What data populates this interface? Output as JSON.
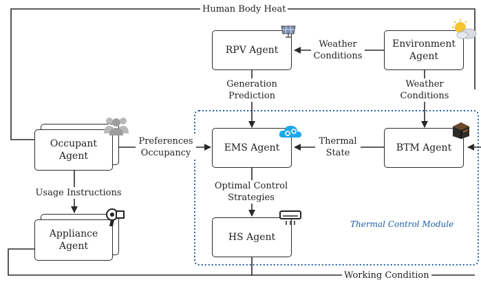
{
  "colors": {
    "line": "#2a2a2a",
    "module_border": "#1f5fa8",
    "module_label": "#1f5fa8"
  },
  "agents": {
    "rpv": "RPV Agent",
    "environment": "Environment\nAgent",
    "occupant": "Occupant\nAgent",
    "ems": "EMS Agent",
    "btm": "BTM Agent",
    "appliance": "Appliance\nAgent",
    "hs": "HS Agent"
  },
  "flows": {
    "human_body_heat": "Human Body Heat",
    "weather_conditions_rpv": "Weather\nConditions",
    "weather_conditions_ems": "Weather\nConditions",
    "generation_prediction": "Generation\nPrediction",
    "preferences_occupancy": "Preferences\nOccupancy",
    "thermal_state": "Thermal\nState",
    "usage_instructions": "Usage Instructions",
    "optimal_control_strategies": "Optimal Control\nStrategies",
    "working_condition": "Working Condition"
  },
  "module": {
    "label": "Thermal Control Module"
  },
  "icons": {
    "rpv": "solar-panel-icon",
    "environment": "sun-cloud-icon",
    "occupant": "people-group-icon",
    "ems": "cloud-gears-icon",
    "btm": "building-block-icon",
    "appliance": "hair-dryer-icon",
    "hs": "air-conditioner-icon"
  }
}
